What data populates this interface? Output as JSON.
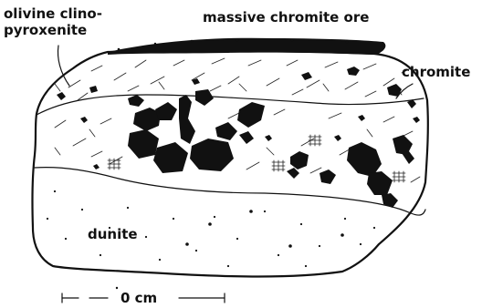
{
  "labels": {
    "olivine_line1": "olivine clino-",
    "olivine_line2": "pyroxenite",
    "massive_ore": "massive chromite ore",
    "chromite": "chromite",
    "dunite": "dunite",
    "scale": "0 cm"
  },
  "colors": {
    "ink": "#111111",
    "paper": "#ffffff"
  }
}
